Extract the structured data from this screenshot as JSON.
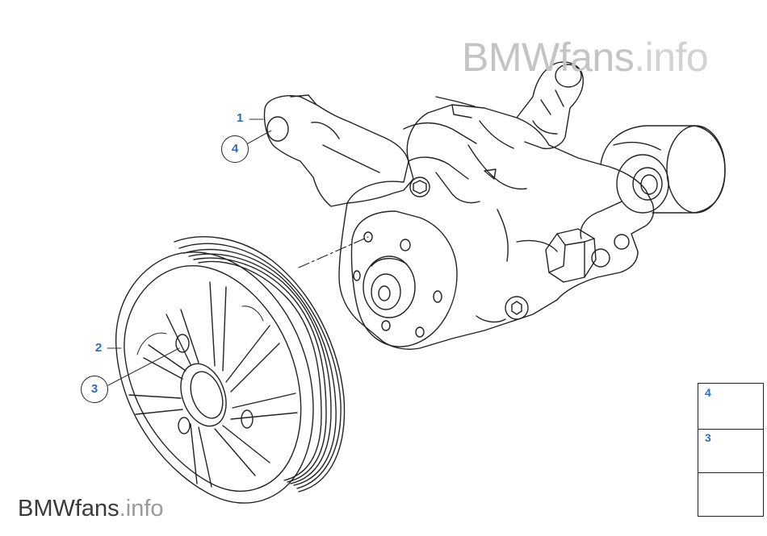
{
  "watermark_top": {
    "brand": "BMWfans",
    "suffix": ".info"
  },
  "watermark_bottom": {
    "brand": "BMWfans",
    "suffix": ".info"
  },
  "callouts": [
    {
      "id": "1",
      "label": "1"
    },
    {
      "id": "2",
      "label": "2"
    },
    {
      "id": "3",
      "label": "3"
    },
    {
      "id": "4",
      "label": "4"
    }
  ],
  "legend": {
    "items": [
      {
        "label": "4",
        "icon": "torx-bolt-icon"
      },
      {
        "label": "3",
        "icon": "hex-bolt-icon"
      },
      {
        "label": "",
        "icon": "back-arrow-icon"
      }
    ]
  },
  "colors": {
    "line": "#222222",
    "callout": "#2e6eb5",
    "watermark_top": "#c4c4c4",
    "watermark_bottom": "#3a3a3a"
  }
}
